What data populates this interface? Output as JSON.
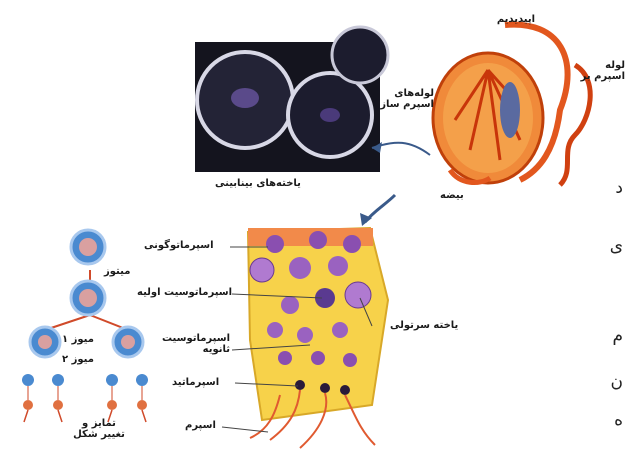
{
  "labels": {
    "epididymis": "اپیدیدیم",
    "vas_deferens": "لوله اسپرم بر",
    "seminiferous_tubules": "لوله‌های اسپرم ساز",
    "testis": "بیضه",
    "interstitial_cells": "یاخته‌های بینابینی",
    "spermatogonium": "اسپرماتوگونی",
    "primary_spermatocyte": "اسپرماتوسیت اولیه",
    "secondary_spermatocyte": "اسپرماتوسیت ثانویه",
    "sertoli_cell": "یاخته سرتولی",
    "spermatid": "اسپرماتید",
    "sperm": "اسپرم",
    "mitosis": "میتوز",
    "meiosis1": "میوز ۱",
    "meiosis2": "میوز ۲",
    "differentiation": "تمایز و تغییر شکل"
  },
  "side_text": [
    "د",
    "ی",
    "م",
    "ن",
    "ه"
  ],
  "colors": {
    "tissue_yellow": "#f7d24a",
    "cell_purple": "#8a4fb0",
    "testis_orange": "#e2571e",
    "micrograph_bg": "#14141e",
    "arrow_blue": "#3a5a8a"
  }
}
